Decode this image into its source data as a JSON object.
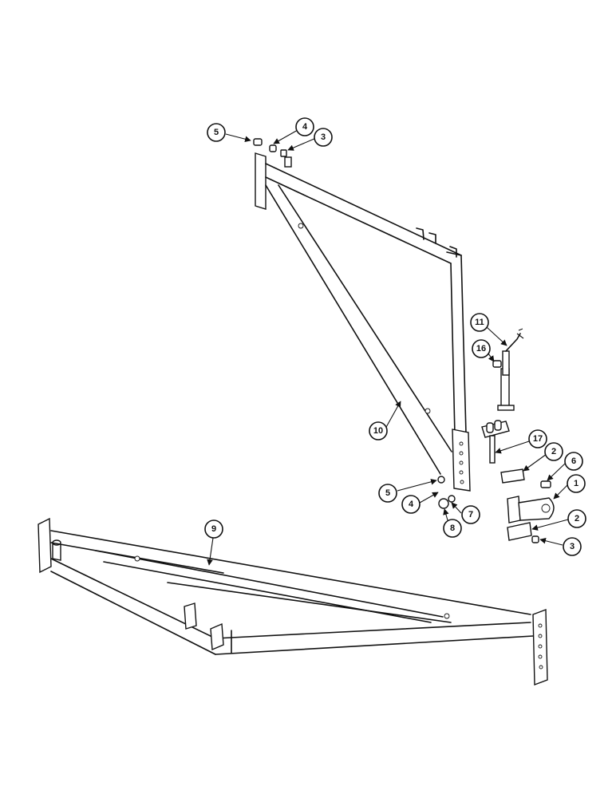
{
  "callouts": [
    {
      "id": "c5a",
      "label": "5"
    },
    {
      "id": "c4a",
      "label": "4"
    },
    {
      "id": "c3a",
      "label": "3"
    },
    {
      "id": "c11",
      "label": "11"
    },
    {
      "id": "c16",
      "label": "16"
    },
    {
      "id": "c10",
      "label": "10"
    },
    {
      "id": "c17",
      "label": "17"
    },
    {
      "id": "c2a",
      "label": "2"
    },
    {
      "id": "c6",
      "label": "6"
    },
    {
      "id": "c5b",
      "label": "5"
    },
    {
      "id": "c1",
      "label": "1"
    },
    {
      "id": "c4b",
      "label": "4"
    },
    {
      "id": "c7",
      "label": "7"
    },
    {
      "id": "c8",
      "label": "8"
    },
    {
      "id": "c2b",
      "label": "2"
    },
    {
      "id": "c3b",
      "label": "3"
    },
    {
      "id": "c9",
      "label": "9"
    }
  ]
}
